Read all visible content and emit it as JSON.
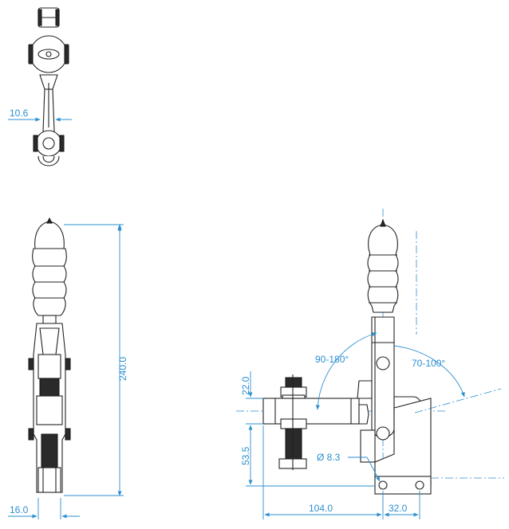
{
  "dimensions": {
    "top_width": "10.6",
    "overall_height": "240.0",
    "handle_width": "16.0",
    "upper_height": "22.0",
    "lower_height": "53.5",
    "hole_diameter": "Ø 8.3",
    "base_length": "104.0",
    "base_offset": "32.0",
    "angle_open": "90-180°",
    "angle_close": "70-100°"
  },
  "colors": {
    "dimension": "#2b8fd0",
    "outline": "#222222"
  }
}
